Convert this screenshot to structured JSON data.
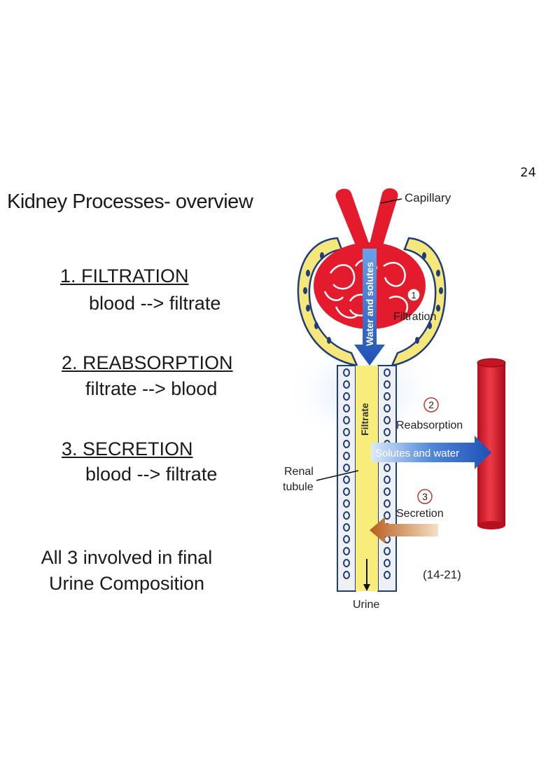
{
  "page_number": "24",
  "title": "Kidney Processes- overview",
  "steps": [
    {
      "title": "1. FILTRATION",
      "description": "blood --> filtrate"
    },
    {
      "title": "2. REABSORPTION",
      "description": "filtrate --> blood"
    },
    {
      "title": "3. SECRETION",
      "description": "blood --> filtrate"
    }
  ],
  "conclusion": [
    "All 3 involved in final",
    "Urine Composition"
  ],
  "diagram": {
    "capillary_label": "Capillary",
    "water_solutes_label": "Water and solutes",
    "filtration": {
      "number": "1",
      "label": "Filtration"
    },
    "filtrate_label": "Filtrate",
    "reabsorption": {
      "number": "2",
      "label": "Reabsorption"
    },
    "solutes_water_label": "Solutes and water",
    "renal_tubule_label": [
      "Renal",
      "tubule"
    ],
    "secretion": {
      "number": "3",
      "label": "Secretion"
    },
    "urine_label": "Urine",
    "figure_ref": "(14-21)"
  },
  "colors": {
    "blood": "#e41b2c",
    "filtrate": "#f8ec7a",
    "flow_arrow": "#1f4fb5",
    "secretion_arrow": "#b85d1c",
    "cell_nucleus": "#1f3d7a"
  }
}
